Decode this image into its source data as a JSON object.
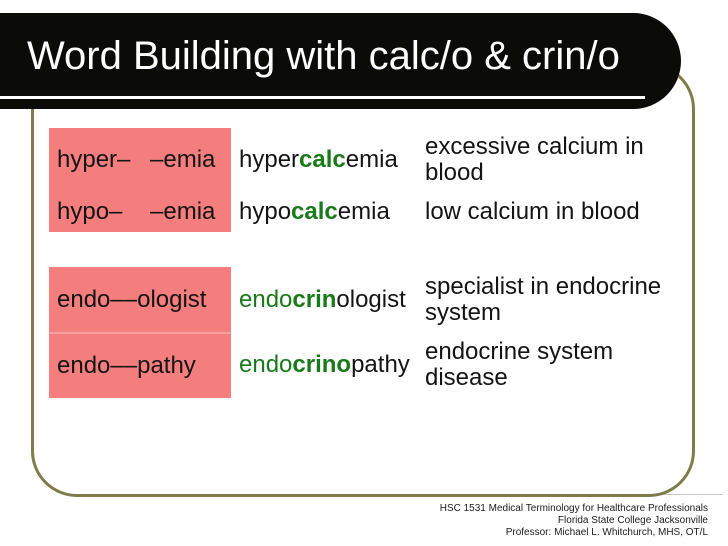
{
  "slide": {
    "title": "Word Building with calc/o & crin/o"
  },
  "colors": {
    "title_bar": "#0b0b07",
    "title_text": "#ffffff",
    "frame_border": "#7e7c4b",
    "cell_pink": "#f47e7d",
    "root_green": "#1a7a1a",
    "body_text": "#141414",
    "footer_rule": "#c4c4c4"
  },
  "table": {
    "rows": [
      {
        "prefix": "hyper–",
        "suffix": "–emia",
        "term_pre": "hyper",
        "term_root": "calc",
        "term_suf": "emia",
        "definition": "excessive calcium in\nblood"
      },
      {
        "prefix": "hypo–",
        "suffix": "–emia",
        "term_pre": "hypo",
        "term_root": "calc",
        "term_suf": "emia",
        "definition": "low calcium in blood"
      },
      {
        "prefix": "endo–",
        "suffix": "–ologist",
        "term_pre": "endo",
        "term_root": "crin",
        "term_suf": "ologist",
        "definition": "specialist in endocrine\nsystem"
      },
      {
        "prefix": "endo–",
        "suffix": "–pathy",
        "term_pre": "endo",
        "term_root": "crino",
        "term_suf": "pathy",
        "definition": "endocrine system\ndisease"
      }
    ]
  },
  "footer": {
    "line1": "HSC 1531 Medical Terminology for Healthcare Professionals",
    "line2": "Florida State College Jacksonville",
    "line3": "Professor: Michael L. Whitchurch, MHS, OT/L"
  }
}
